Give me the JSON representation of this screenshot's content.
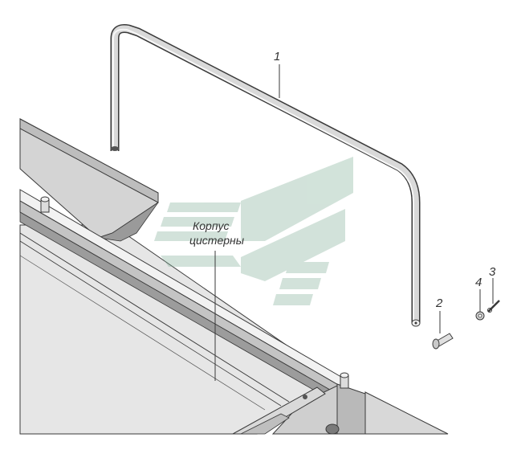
{
  "callouts": [
    {
      "id": "1",
      "text": "1"
    },
    {
      "id": "2",
      "text": "2"
    },
    {
      "id": "3",
      "text": "3"
    },
    {
      "id": "4",
      "text": "4"
    }
  ],
  "caption": {
    "line1": "Корпус",
    "line2": "цистерны"
  },
  "colors": {
    "watermark": "#7fae96",
    "metal_light": "#e8e8e8",
    "metal_mid": "#cfcfcf",
    "metal_dark": "#8a8a8a",
    "outline": "#3a3a3a"
  }
}
